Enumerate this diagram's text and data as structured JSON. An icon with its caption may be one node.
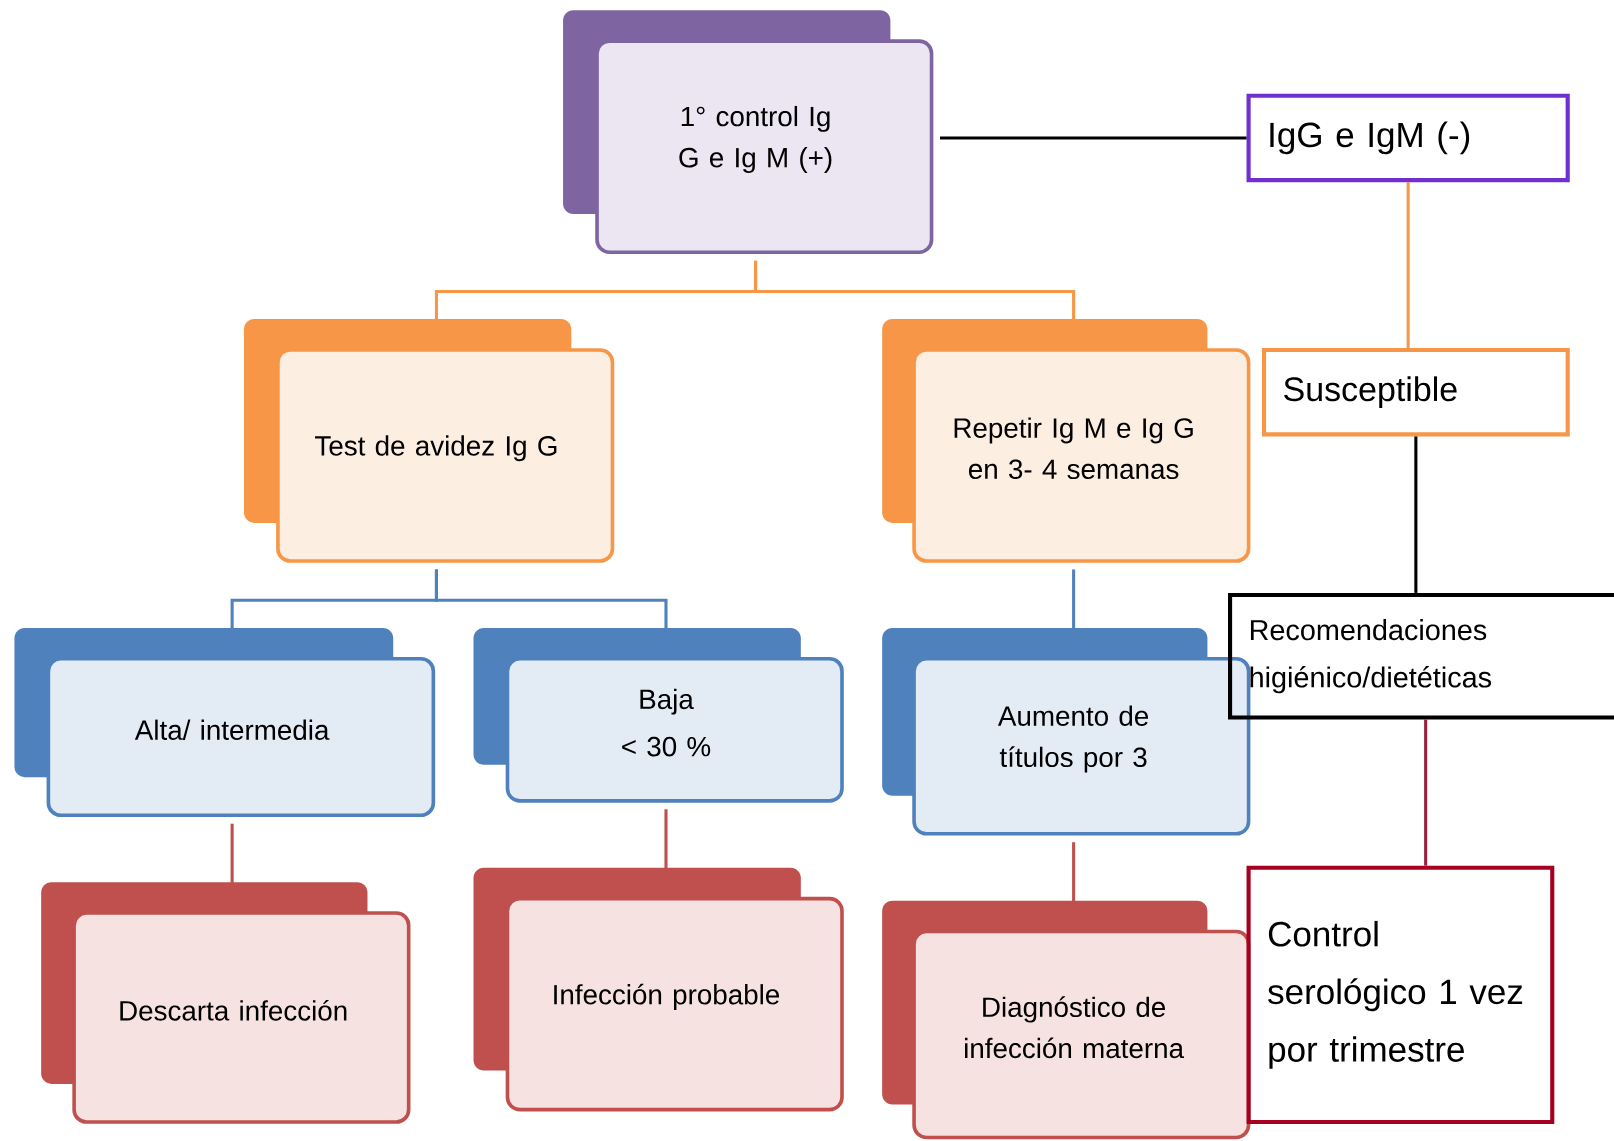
{
  "diagram": {
    "nodes": [
      {
        "text": [
          "1° control Ig G e Ig M (+)"
        ]
      },
      {
        "text": [
          "IgG e IgM (-)"
        ]
      },
      {
        "text": [
          "Test de avidez Ig G"
        ]
      },
      {
        "text": [
          "Repetir Ig M e Ig G en 3- 4 semanas"
        ]
      },
      {
        "text": [
          "Susceptible"
        ]
      },
      {
        "text": [
          "Alta/ intermedia"
        ]
      },
      {
        "text": [
          "Baja",
          "< 30 %"
        ]
      },
      {
        "text": [
          "Aumento de títulos por 3"
        ]
      },
      {
        "text": [
          "Recomendaciones higiénico/dietéticas"
        ]
      },
      {
        "text": [
          "Descarta infección"
        ]
      },
      {
        "text": [
          "Infección probable"
        ]
      },
      {
        "text": [
          "Diagnóstico de infección materna"
        ]
      },
      {
        "text": [
          "Control serológico 1 vez por trimestre"
        ]
      }
    ],
    "edges": [
      {
        "from": 0,
        "to": 2,
        "arrow": "none",
        "color": "#f79646"
      },
      {
        "from": 0,
        "to": 3,
        "arrow": "none",
        "color": "#f79646"
      },
      {
        "from": 0,
        "to": 1,
        "arrow": "none",
        "color": "#000000"
      },
      {
        "from": 1,
        "to": 4,
        "arrow": "none",
        "color": "#f79646"
      },
      {
        "from": 2,
        "to": 5,
        "arrow": "none",
        "color": "#4f81bd"
      },
      {
        "from": 2,
        "to": 6,
        "arrow": "none",
        "color": "#4f81bd"
      },
      {
        "from": 3,
        "to": 7,
        "arrow": "none",
        "color": "#4f81bd"
      },
      {
        "from": 4,
        "to": 8,
        "arrow": "none",
        "color": "#000000"
      },
      {
        "from": 5,
        "to": 9,
        "arrow": "none",
        "color": "#c0504d"
      },
      {
        "from": 6,
        "to": 10,
        "arrow": "none",
        "color": "#c0504d"
      },
      {
        "from": 7,
        "to": 11,
        "arrow": "none",
        "color": "#c0504d"
      },
      {
        "from": 8,
        "to": 12,
        "arrow": "none",
        "color": "#9b2143"
      }
    ]
  }
}
